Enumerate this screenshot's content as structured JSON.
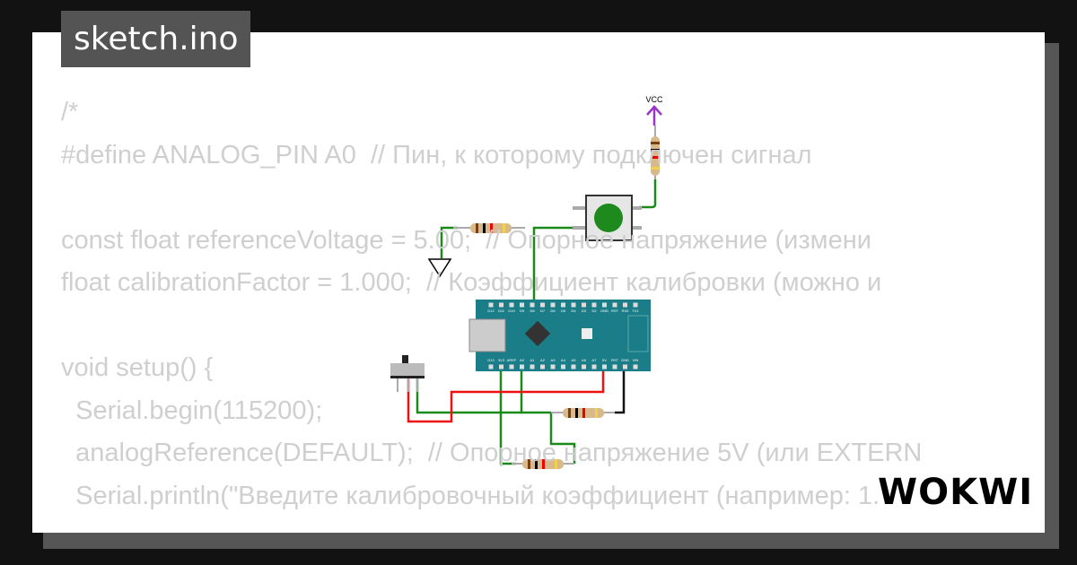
{
  "file_tab": {
    "title": "sketch.ino"
  },
  "code_lines": [
    "/*",
    "#define ANALOG_PIN A0  // Пин, к которому подключен сигнал",
    "",
    "const float referenceVoltage = 5.00;  // Опорное напряжение (измени",
    "float calibrationFactor = 1.000;  // Коэффициент калибровки (можно и",
    "",
    "void setup() {",
    "  Serial.begin(115200);",
    "  analogReference(DEFAULT);  // Опорное напряжение 5V (или EXTERN",
    "  Serial.println(\"Введите калибровочный коэффициент (например: 1."
  ],
  "circuit": {
    "vcc_label": "VCC",
    "board_top_pins": [
      "D12",
      "D11",
      "D10",
      "D9",
      "D8",
      "D7",
      "D6",
      "D5",
      "D4",
      "D3",
      "D2",
      "GND",
      "RST",
      "RX0",
      "TX1"
    ],
    "board_bottom_pins": [
      "D13",
      "3V3",
      "AREF",
      "A0",
      "A1",
      "A2",
      "A3",
      "A4",
      "A5",
      "A6",
      "A7",
      "5V",
      "RST",
      "GND",
      "VIN"
    ],
    "colors": {
      "board": "#1b7d87",
      "wire_green": "#1a8a1a",
      "wire_red": "#ee1111",
      "wire_black": "#111111",
      "button": "#1e8a1e",
      "vcc": "#9933cc"
    }
  },
  "brand": {
    "logo": "WOKWI"
  }
}
